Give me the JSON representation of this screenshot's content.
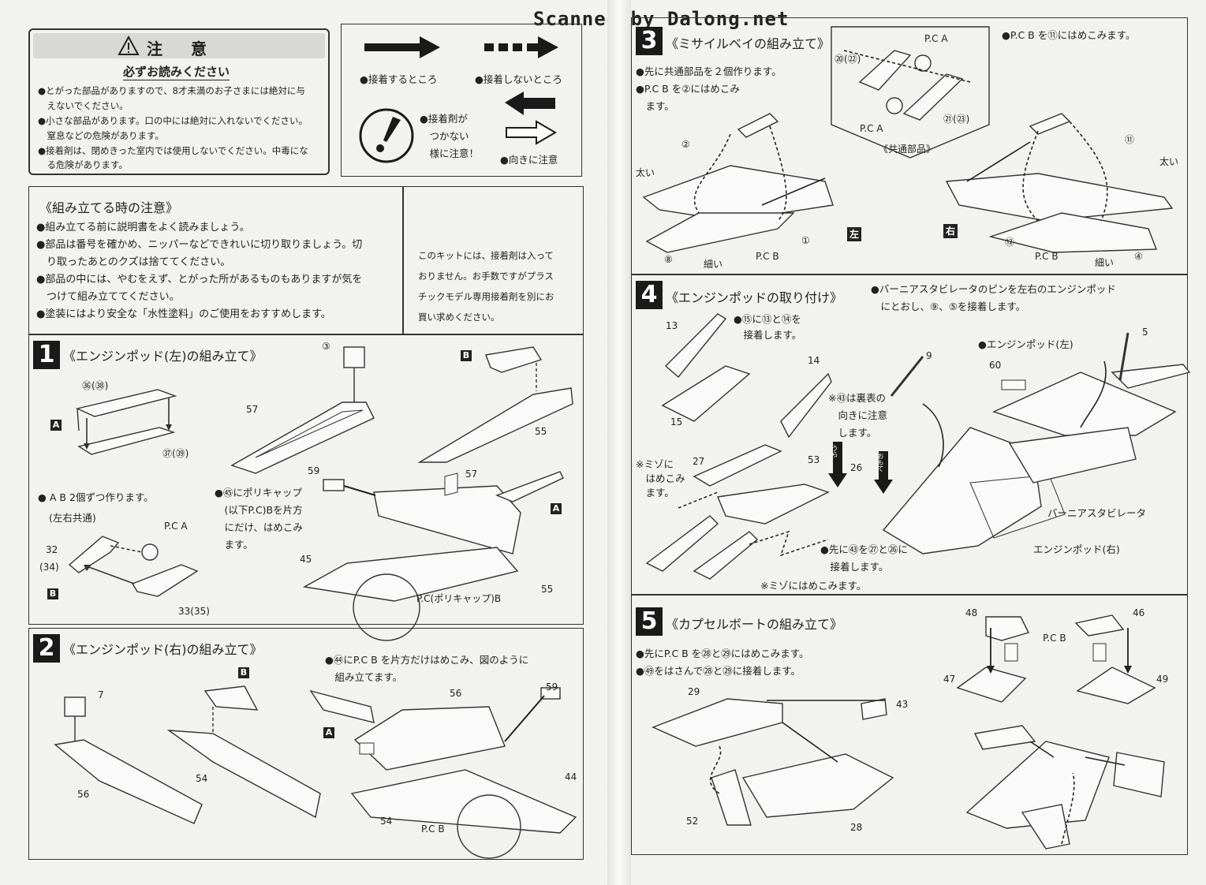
{
  "watermark": "Scanned by Dalong.net",
  "caution": {
    "title": "注　意",
    "subtitle": "必ずお読みください",
    "lines": [
      "●とがった部品がありますので、8才未満のお子さまには絶対に与",
      "　えないでください。",
      "●小さな部品があります。口の中には絶対に入れないでください。",
      "　窒息などの危険があります。",
      "●接着剤は、閉めきった室内では使用しないでください。中毒にな",
      "　る危険があります。"
    ]
  },
  "legend": {
    "glue": "●接着するところ",
    "noglue": "●接着しないところ",
    "warn": [
      "●接着剤が",
      "　つかない",
      "　様に注意！"
    ],
    "direction": "●向きに注意"
  },
  "assembly_notes": {
    "title": "《組み立てる時の注意》",
    "lines": [
      "●組み立てる前に説明書をよく読みましょう。",
      "●部品は番号を確かめ、ニッパーなどできれいに切り取りましょう。切",
      "　り取ったあとのクズは捨ててください。",
      "●部品の中には、やむをえず、とがった所があるものもありますが気を",
      "　つけて組み立ててください。",
      "●塗装にはより安全な「水性塗料」のご使用をおすすめします。"
    ],
    "glue_note": [
      "このキットには、接着剤は入って",
      "おりません。お手数ですがプラス",
      "チックモデル専用接着剤を別にお",
      "買い求めください。"
    ]
  },
  "step1": {
    "num": "1",
    "title": "《エンジンポッド(左)の組み立て》",
    "note_ab": "● A B 2個ずつ作ります。",
    "note_ab2": "(左右共通)",
    "note_45": [
      "●㊺にポリキャップ",
      "　(以下P.C)Bを片方",
      "　にだけ、はめこみ",
      "　ます。"
    ],
    "labels": {
      "n36": "㊱(㊳)",
      "n37": "㊲(㊴)",
      "n3": "③",
      "n57a": "57",
      "n55a": "55",
      "n59": "59",
      "n57b": "57",
      "n45": "45",
      "n55b": "55",
      "pca": "P.C A",
      "n32": "32",
      "n34": "(34)",
      "n33": "33(35)",
      "pcb": "P.C(ポリキャップ)B",
      "a": "A",
      "b": "B"
    }
  },
  "step2": {
    "num": "2",
    "title": "《エンジンポッド(右)の組み立て》",
    "note": [
      "●㊹にP.C B を片方だけはめこみ、図のように",
      "　組み立てます。"
    ],
    "labels": {
      "n7": "7",
      "b": "B",
      "n56a": "56",
      "n54a": "54",
      "a": "A",
      "n56b": "56",
      "n59": "59",
      "n44": "44",
      "n54b": "54",
      "pcb": "P.C B"
    }
  },
  "step3": {
    "num": "3",
    "title": "《ミサイルベイの組み立て》",
    "notes": [
      "●先に共通部品を２個作ります。",
      "●P.C B を②にはめこみ",
      "　ます。"
    ],
    "note_right": "●P.C B を⑪にはめこみます。",
    "common": "《共通部品》",
    "labels": {
      "pca1": "P.C A",
      "pca2": "P.C A",
      "n20": "⑳(㉒)",
      "n21": "㉑(㉓)",
      "n2": "②",
      "n11": "⑪",
      "thick_l": "太い",
      "thick_r": "太い",
      "thin_l": "細い",
      "thin_r": "細い",
      "left": "左",
      "right": "右",
      "n1": "①",
      "n8": "⑧",
      "n12": "⑫",
      "n4": "④",
      "pcb1": "P.C B",
      "pcb2": "P.C B"
    }
  },
  "step4": {
    "num": "4",
    "title": "《エンジンポッドの取り付け》",
    "note_top": [
      "●バーニアスタビレータのピンを左右のエンジンポッド",
      "　にとおし、⑨、⑤を接着します。"
    ],
    "note_15": [
      "●⑮に⑬と⑭を",
      "　接着します。"
    ],
    "note_53": [
      "※㊸は裏表の",
      "　向きに注意",
      "　します。"
    ],
    "note_groove": [
      "※ミゾに",
      "　はめこみ",
      "　ます。"
    ],
    "note_53b": [
      "●先に㊸を㉗と㉖に",
      "　接着します。"
    ],
    "note_groove2": "※ミゾにはめこみます。",
    "labels": {
      "n13": "13",
      "n14": "14",
      "n15": "15",
      "n27": "27",
      "n53": "53",
      "n26": "26",
      "n9": "9",
      "n5": "5",
      "n60": "60",
      "pod_l": "●エンジンポッド(左)",
      "pod_r": "エンジンポッド(右)",
      "stab": "バーニアスタビレータ",
      "up1": "うら",
      "up2": "おもて"
    }
  },
  "step5": {
    "num": "5",
    "title": "《カプセルボートの組み立て》",
    "notes": [
      "●先にP.C B を㉘と㉙にはめこみます。",
      "●㊾をはさんで㉘と㉙に接着します。"
    ],
    "labels": {
      "n48": "48",
      "n46": "46",
      "pcb": "P.C B",
      "n47": "47",
      "n49": "49",
      "n29": "29",
      "n43": "43",
      "n52": "52",
      "n28": "28"
    }
  }
}
